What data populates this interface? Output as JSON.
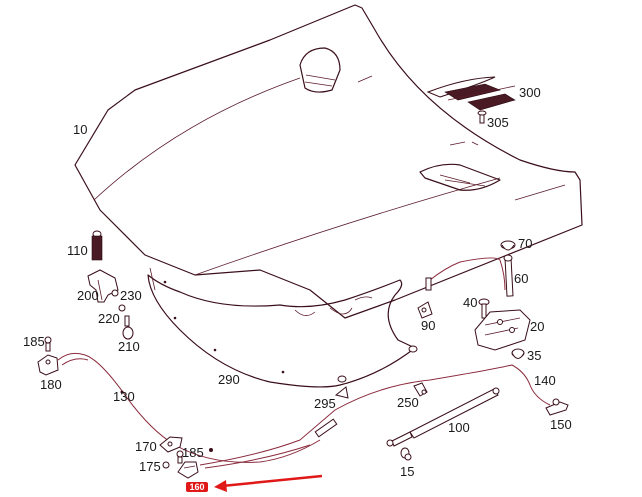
{
  "diagram": {
    "title": "Engine hood (bonnet) assembly – exploded parts view",
    "accent_color": "#e01818",
    "line_color": "#3a0f1a",
    "parts": [
      {
        "id": "10",
        "label": "10",
        "name": "Hood"
      },
      {
        "id": "15",
        "label": "15",
        "name": "Ball socket"
      },
      {
        "id": "20",
        "label": "20",
        "name": "Hood lock"
      },
      {
        "id": "35",
        "label": "35",
        "name": "Rubber buffer"
      },
      {
        "id": "40",
        "label": "40",
        "name": "Bolt"
      },
      {
        "id": "60",
        "label": "60",
        "name": "Striker pin"
      },
      {
        "id": "70",
        "label": "70",
        "name": "Rubber buffer"
      },
      {
        "id": "90",
        "label": "90",
        "name": "Clip"
      },
      {
        "id": "100",
        "label": "100",
        "name": "Gas strut"
      },
      {
        "id": "110",
        "label": "110",
        "name": "Bump stop"
      },
      {
        "id": "130",
        "label": "130",
        "name": "Release cable"
      },
      {
        "id": "140",
        "label": "140",
        "name": "Release cable"
      },
      {
        "id": "150",
        "label": "150",
        "name": "Release lever"
      },
      {
        "id": "170",
        "label": "170",
        "name": "Handle"
      },
      {
        "id": "175",
        "label": "175",
        "name": "Nut"
      },
      {
        "id": "180",
        "label": "180",
        "name": "Bracket"
      },
      {
        "id": "185a",
        "label": "185",
        "name": "Screw"
      },
      {
        "id": "185b",
        "label": "185",
        "name": "Screw"
      },
      {
        "id": "200",
        "label": "200",
        "name": "Hinge"
      },
      {
        "id": "210",
        "label": "210",
        "name": "Ball stud"
      },
      {
        "id": "220",
        "label": "220",
        "name": "Washer"
      },
      {
        "id": "230",
        "label": "230",
        "name": "Nut"
      },
      {
        "id": "250",
        "label": "250",
        "name": "Holder"
      },
      {
        "id": "290",
        "label": "290",
        "name": "Hood insulation"
      },
      {
        "id": "295",
        "label": "295",
        "name": "Clip"
      },
      {
        "id": "300",
        "label": "300",
        "name": "Air grille"
      },
      {
        "id": "305",
        "label": "305",
        "name": "Screw"
      }
    ],
    "highlight": {
      "label": "160",
      "pointer": "arrow-left"
    }
  }
}
